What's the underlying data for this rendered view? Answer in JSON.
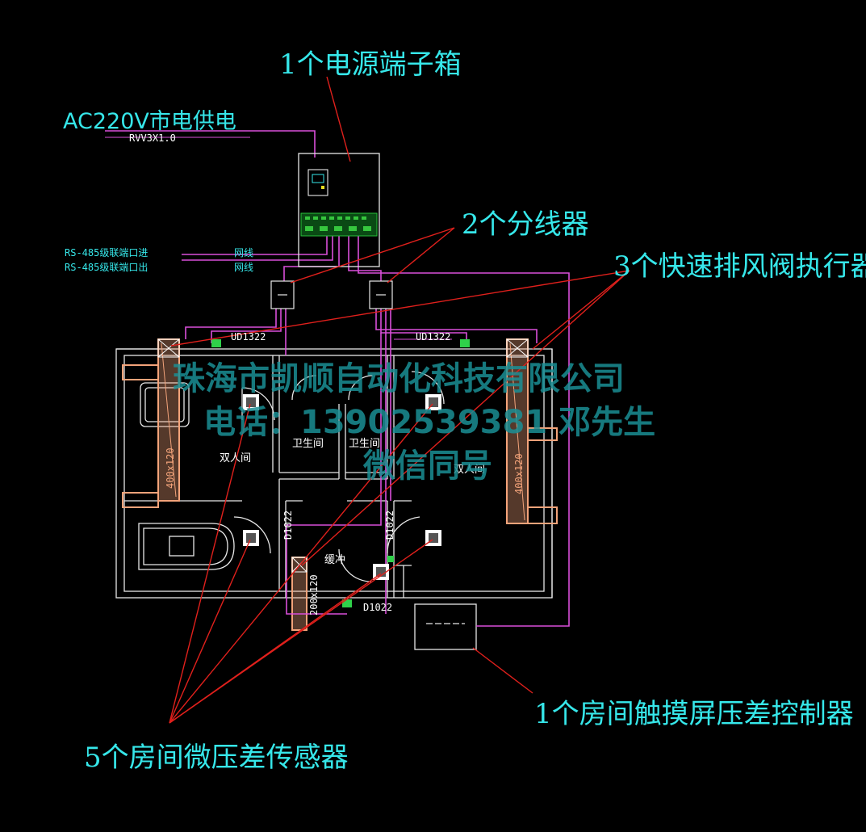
{
  "callouts": {
    "power_box": "1个电源端子箱",
    "ac_supply": "AC220V市电供电",
    "cable_spec": "RVV3X1.0",
    "splitters": "2个分线器",
    "dampers": "3个快速排风阀执行器",
    "controller": "1个房间触摸屏压差控制器",
    "sensors": "5个房间微压差传感器"
  },
  "rs485": {
    "in_label": "RS-485级联端口进",
    "out_label": "RS-485级联端口出",
    "in_cable": "网线",
    "out_cable": "网线"
  },
  "floorplan": {
    "rooms": {
      "double_left": "双人间",
      "double_right": "双人间",
      "wc_left": "卫生间",
      "wc_right": "卫生间",
      "buffer": "缓冲"
    },
    "codes": {
      "ud_left": "UD1322",
      "ud_right": "UD1322",
      "d_bottom": "D1022",
      "d_vert_left": "D1022",
      "d_vert_right": "D1022"
    },
    "ducts": {
      "left": "400x120",
      "right": "400x120",
      "bottom": "200x120"
    }
  },
  "watermark": {
    "company": "珠海市凯顺自动化科技有限公司",
    "phone": "电话：13902539381 邓先生",
    "wechat": "微信同号"
  },
  "colors": {
    "cyan_text": "#36e7ea",
    "wire_magenta": "#d94fd9",
    "leader_red": "#e0201c",
    "duct_orange": "#f3a37a",
    "wall_white": "#ffffff",
    "watermark": "#1b8f95"
  }
}
